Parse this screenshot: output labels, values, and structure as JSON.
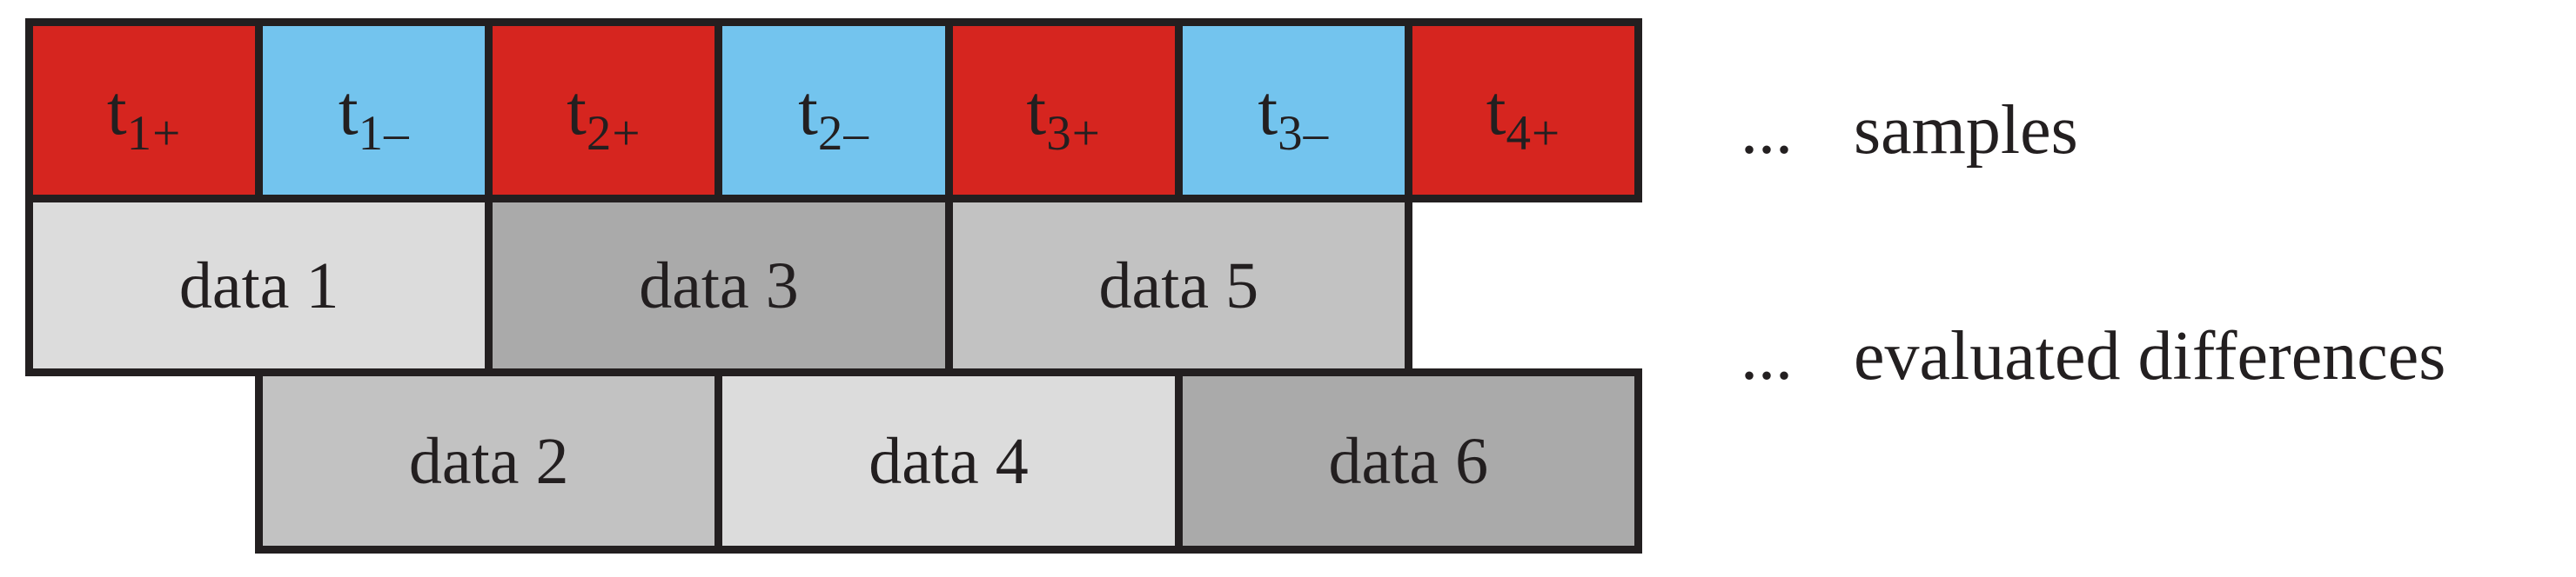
{
  "colors": {
    "red": "#d6251f",
    "blue": "#73c4ee",
    "light_gray": "#dcdcdc",
    "medium_gray": "#c2c2c2",
    "dark_gray": "#aaaaaa",
    "border": "#231f20",
    "text": "#231f20",
    "background": "#ffffff"
  },
  "samples_row": {
    "cells": [
      {
        "base": "t",
        "sub": "1+",
        "fill": "#d6251f"
      },
      {
        "base": "t",
        "sub": "1–",
        "fill": "#73c4ee"
      },
      {
        "base": "t",
        "sub": "2+",
        "fill": "#d6251f"
      },
      {
        "base": "t",
        "sub": "2–",
        "fill": "#73c4ee"
      },
      {
        "base": "t",
        "sub": "3+",
        "fill": "#d6251f"
      },
      {
        "base": "t",
        "sub": "3–",
        "fill": "#73c4ee"
      },
      {
        "base": "t",
        "sub": "4+",
        "fill": "#d6251f"
      }
    ]
  },
  "difference_rows": {
    "row1": {
      "cells": [
        {
          "label": "data 1",
          "fill": "#dcdcdc"
        },
        {
          "label": "data 3",
          "fill": "#aaaaaa"
        },
        {
          "label": "data 5",
          "fill": "#c2c2c2"
        }
      ]
    },
    "row2": {
      "cells": [
        {
          "label": "data 2",
          "fill": "#c2c2c2"
        },
        {
          "label": "data 4",
          "fill": "#dcdcdc"
        },
        {
          "label": "data 6",
          "fill": "#aaaaaa"
        }
      ]
    }
  },
  "legend": {
    "samples": {
      "dots": "...",
      "label": "samples"
    },
    "differences": {
      "dots": "...",
      "label": "evaluated differences"
    }
  }
}
